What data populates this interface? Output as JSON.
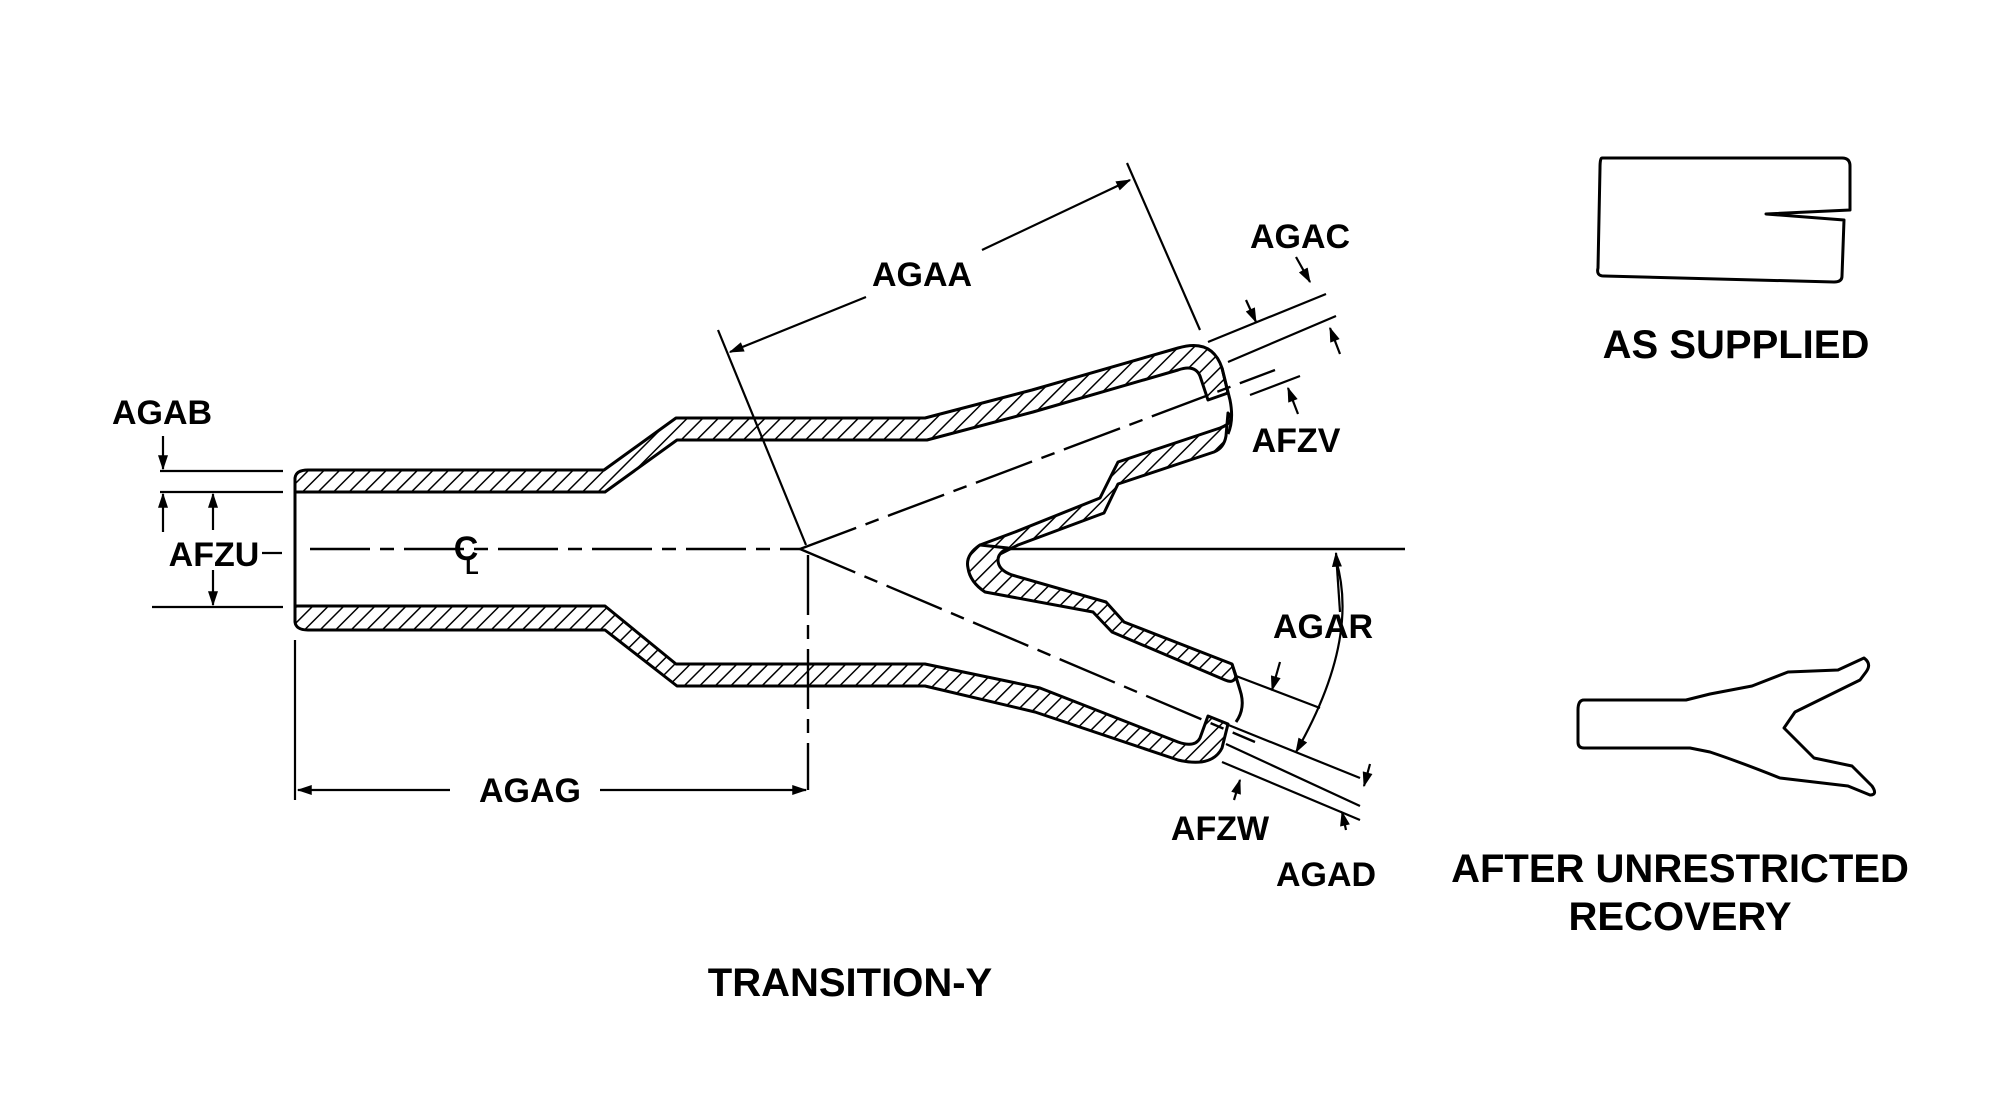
{
  "labels": {
    "agaa": "AGAA",
    "agac": "AGAC",
    "agab": "AGAB",
    "afzu": "AFZU",
    "afzv": "AFZV",
    "agar": "AGAR",
    "agag": "AGAG",
    "afzw": "AFZW",
    "agad": "AGAD",
    "centerline": "C",
    "centerline_sub": "L"
  },
  "captions": {
    "main": "TRANSITION-Y",
    "as_supplied": "AS SUPPLIED",
    "after_line1": "AFTER UNRESTRICTED",
    "after_line2": "RECOVERY"
  }
}
